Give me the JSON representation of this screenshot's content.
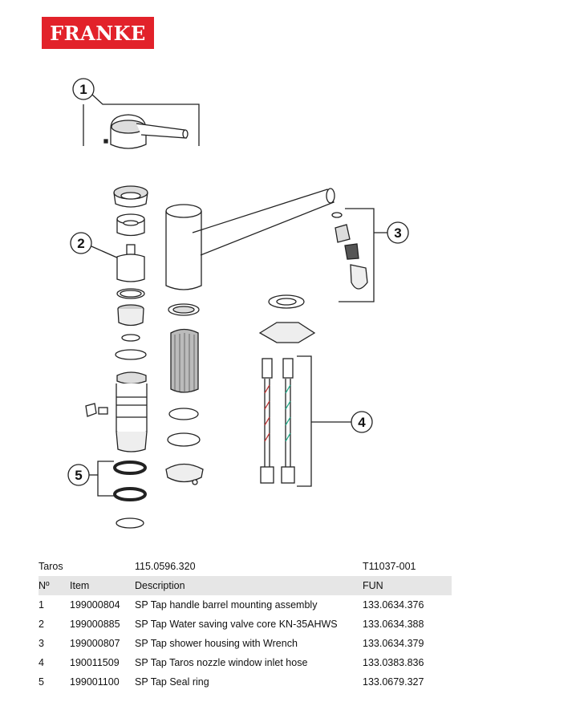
{
  "brand": {
    "logo_text": "FRANKE",
    "logo_color": "#e2222a"
  },
  "callouts": [
    "1",
    "2",
    "3",
    "4",
    "5"
  ],
  "table": {
    "meta": {
      "model": "Taros",
      "article": "115.0596.320",
      "doc": "T11037-001"
    },
    "headers": {
      "no": "Nº",
      "item": "Item",
      "description": "Description",
      "fun": "FUN"
    },
    "rows": [
      {
        "no": "1",
        "item": "199000804",
        "description": "SP Tap handle barrel mounting assembly",
        "fun": "133.0634.376"
      },
      {
        "no": "2",
        "item": "199000885",
        "description": "SP Tap Water saving valve core KN-35AHWS",
        "fun": "133.0634.388"
      },
      {
        "no": "3",
        "item": "199000807",
        "description": "SP Tap shower housing with Wrench",
        "fun": "133.0634.379"
      },
      {
        "no": "4",
        "item": "190011509",
        "description": "SP Tap Taros nozzle window inlet hose",
        "fun": "133.0383.836"
      },
      {
        "no": "5",
        "item": "199001100",
        "description": "SP Tap Seal ring",
        "fun": "133.0679.327"
      }
    ]
  }
}
